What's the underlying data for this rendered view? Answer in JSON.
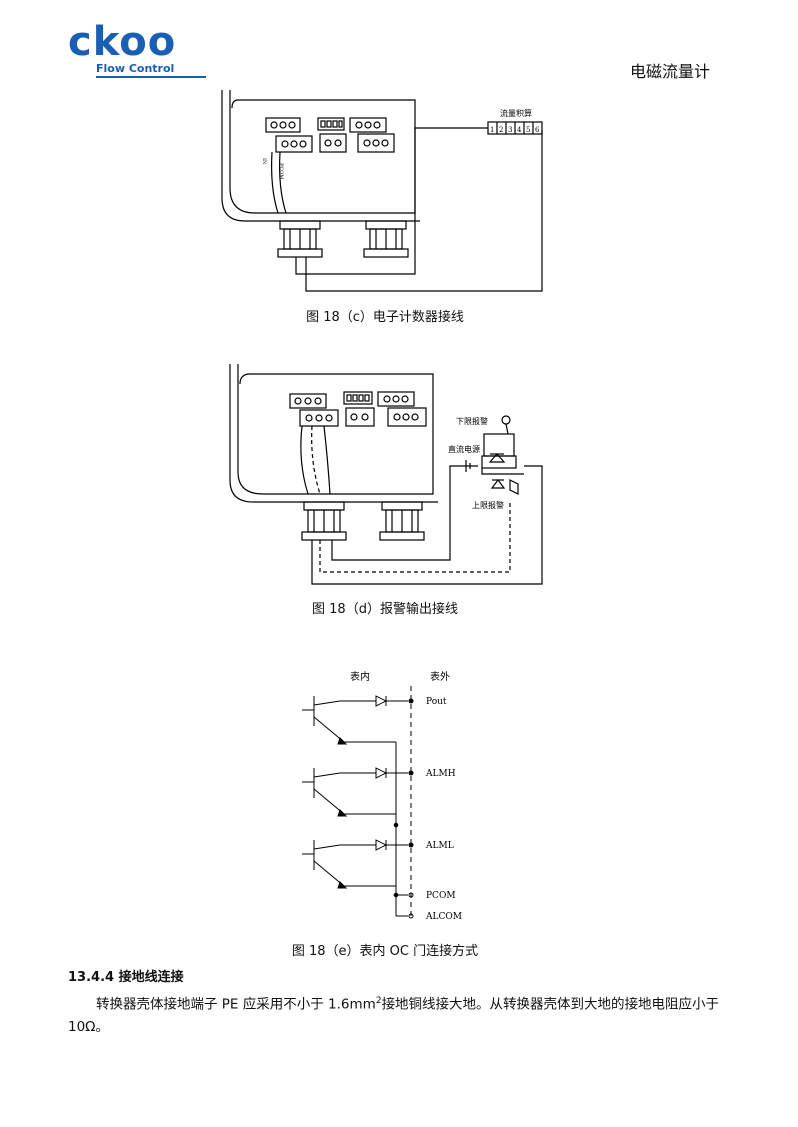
{
  "header": {
    "logo_text": "ckoo",
    "logo_subtitle": "Flow Control",
    "title": "电磁流量计"
  },
  "figure_c": {
    "caption": "图 18（c）电子计数器接线",
    "counter_label": "流量积算",
    "terminal_numbers": [
      "1",
      "2",
      "3",
      "4",
      "5",
      "6"
    ]
  },
  "figure_d": {
    "caption": "图 18（d）报警输出接线",
    "low_alarm_label": "下限报警",
    "dc_power_label": "直流电源",
    "high_alarm_label": "上限报警"
  },
  "figure_e": {
    "caption": "图 18（e）表内 OC 门连接方式",
    "inside_label": "表内",
    "outside_label": "表外",
    "terminals": [
      "Pout",
      "ALMH",
      "ALML",
      "PCOM",
      "ALCOM"
    ]
  },
  "section": {
    "number": "13.4.4",
    "title": "接地线连接",
    "paragraph_a": "转换器壳体接地端子 PE 应采用不小于 1.6mm",
    "paragraph_sup": "2",
    "paragraph_b": "接地铜线接大地。从转换器壳体到大地的接地电阻应小于 10Ω。"
  }
}
